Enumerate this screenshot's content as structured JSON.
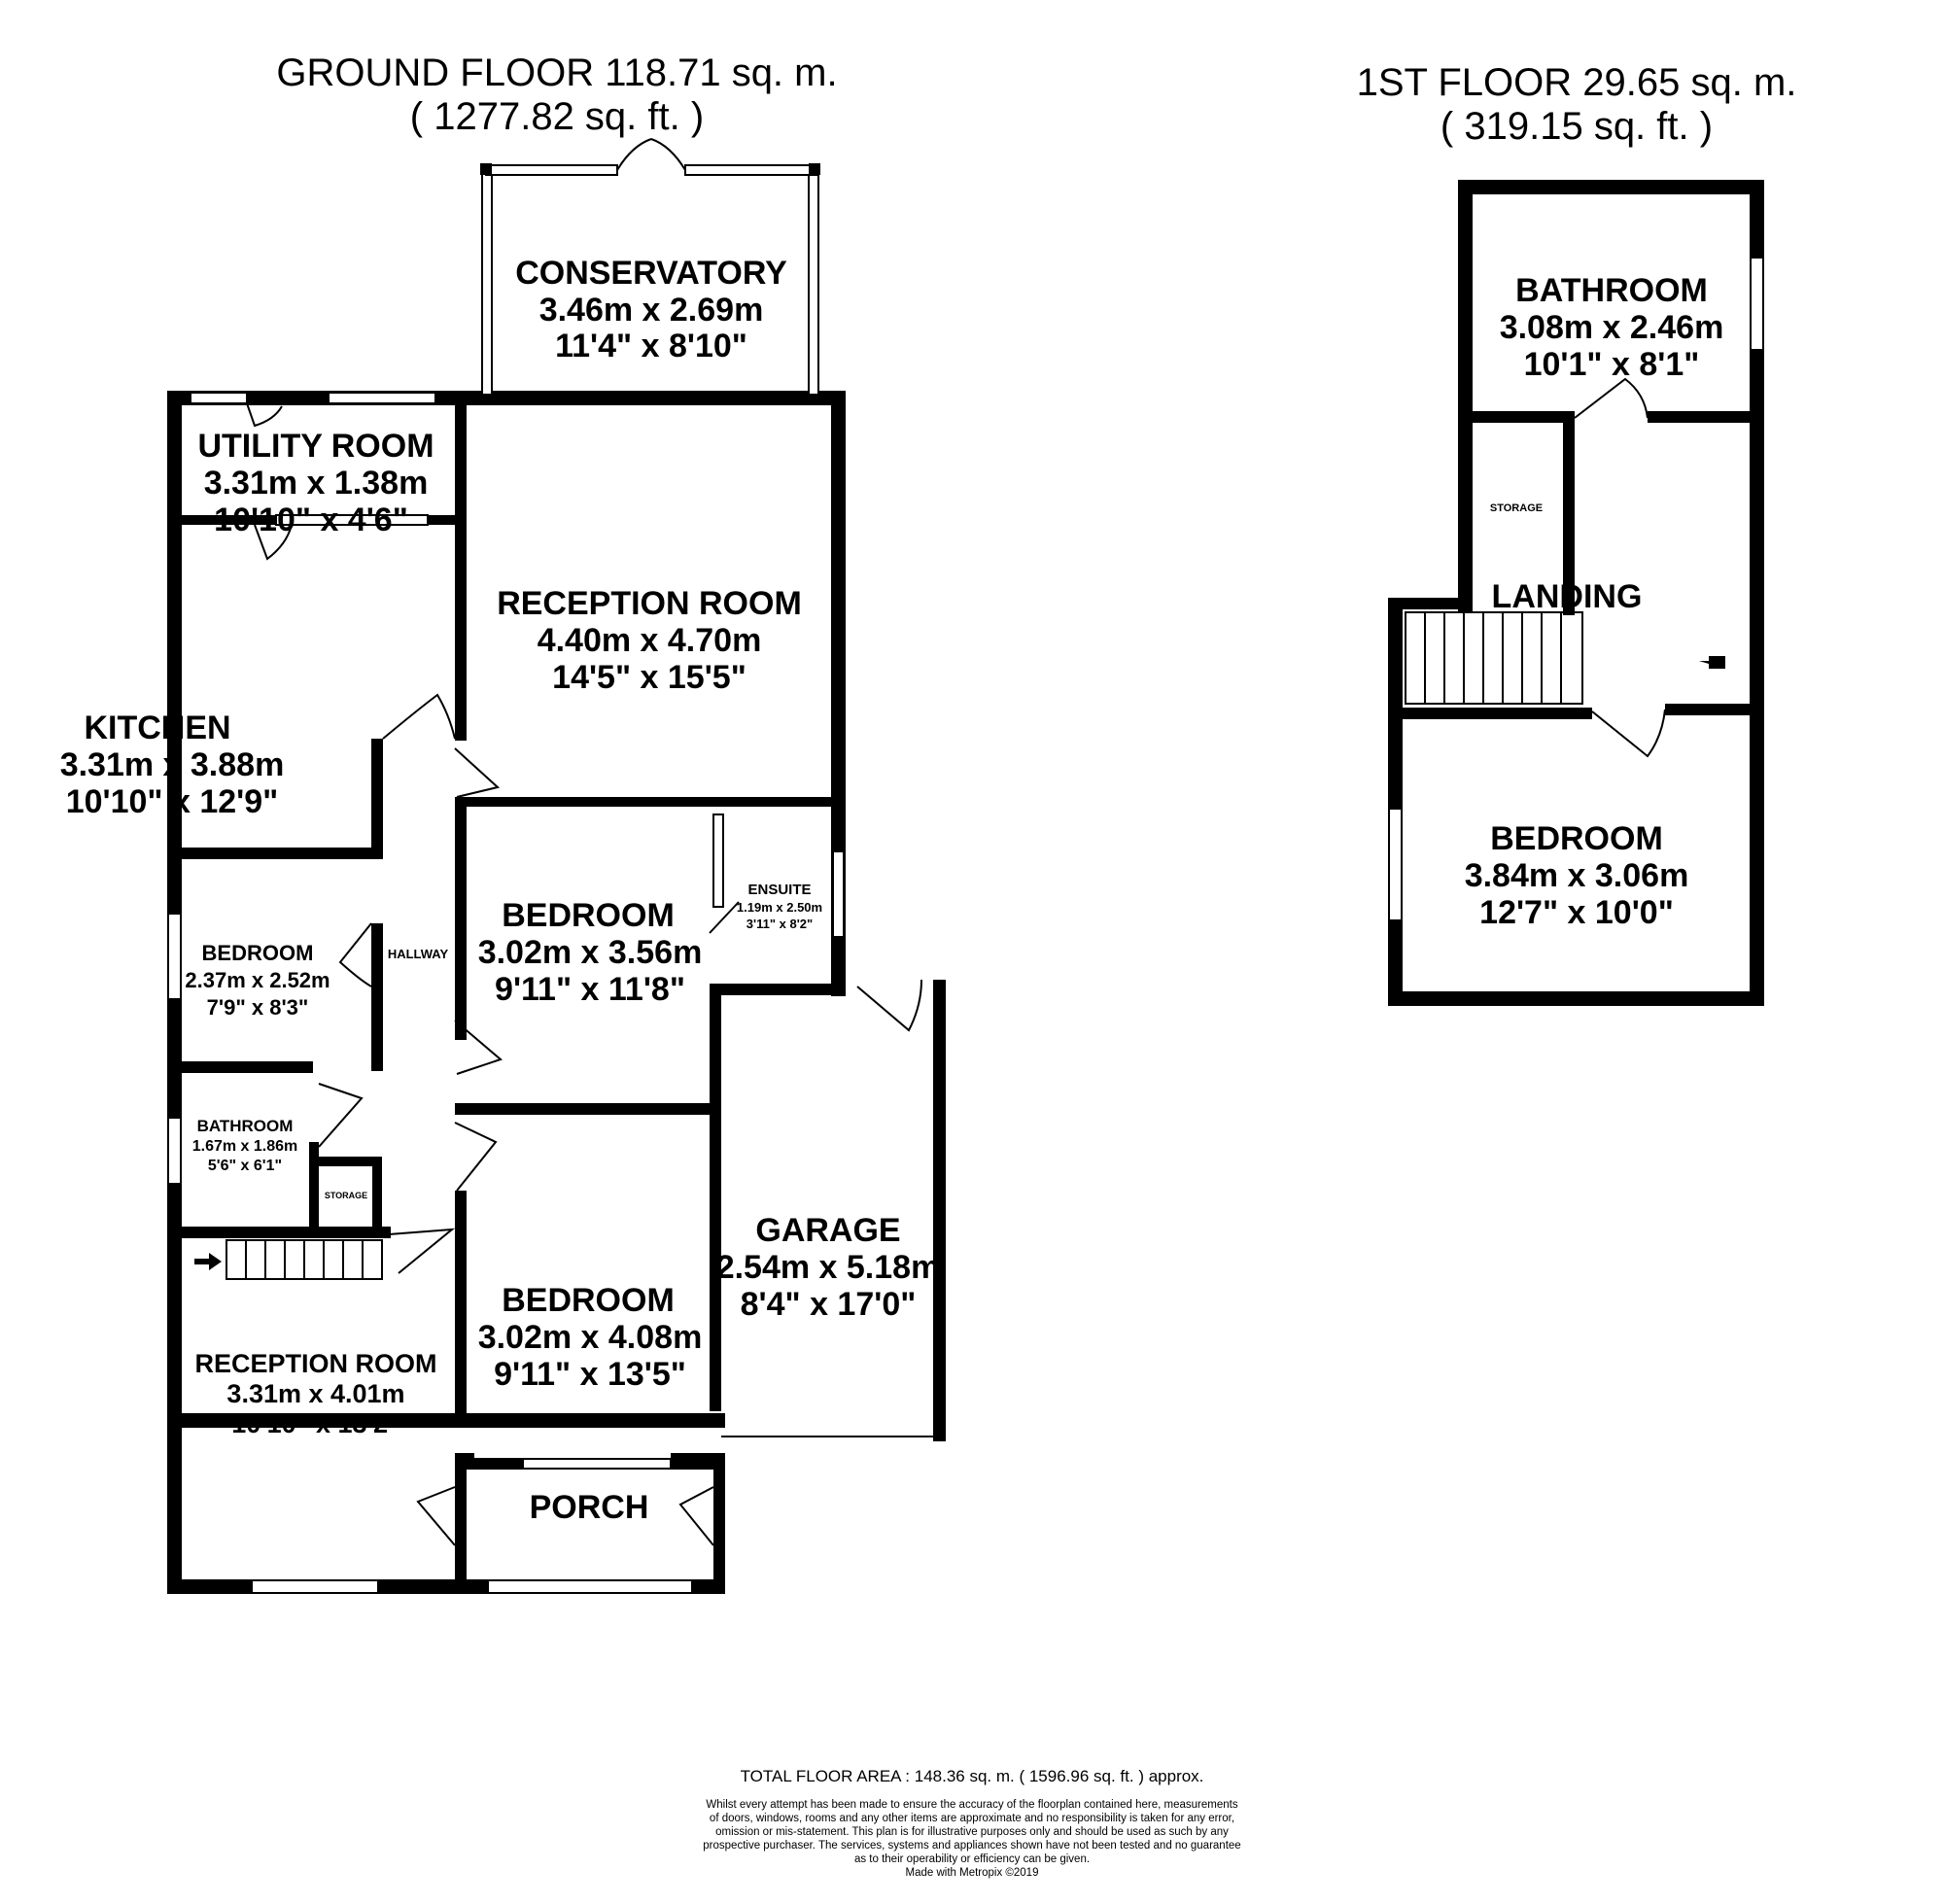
{
  "ground_floor": {
    "title": "GROUND FLOOR 118.71 sq. m.",
    "subtitle": "( 1277.82 sq. ft. )",
    "rooms": {
      "conservatory": {
        "name": "CONSERVATORY",
        "metric": "3.46m x 2.69m",
        "imperial": "11'4\" x 8'10\""
      },
      "utility_room": {
        "name": "UTILITY ROOM",
        "metric": "3.31m x 1.38m",
        "imperial": "10'10\" x 4'6\""
      },
      "reception_room_rear": {
        "name": "RECEPTION ROOM",
        "metric": "4.40m x 4.70m",
        "imperial": "14'5\" x 15'5\""
      },
      "kitchen": {
        "name": "KITCHEN",
        "metric": "3.31m x 3.88m",
        "imperial": "10'10\" x 12'9\""
      },
      "bedroom_small": {
        "name": "BEDROOM",
        "metric": "2.37m x 2.52m",
        "imperial": "7'9\" x 8'3\""
      },
      "hallway": {
        "name": "HALLWAY"
      },
      "bedroom_ensuite": {
        "name": "BEDROOM",
        "metric": "3.02m x 3.56m",
        "imperial": "9'11\" x 11'8\""
      },
      "ensuite": {
        "name": "ENSUITE",
        "metric": "1.19m x 2.50m",
        "imperial": "3'11\" x 8'2\""
      },
      "bathroom": {
        "name": "BATHROOM",
        "metric": "1.67m x 1.86m",
        "imperial": "5'6\" x 6'1\""
      },
      "storage": {
        "name": "STORAGE"
      },
      "garage": {
        "name": "GARAGE",
        "metric": "2.54m x 5.18m",
        "imperial": "8'4\" x 17'0\""
      },
      "bedroom_front": {
        "name": "BEDROOM",
        "metric": "3.02m x 4.08m",
        "imperial": "9'11\" x 13'5\""
      },
      "reception_room_front": {
        "name": "RECEPTION ROOM",
        "metric": "3.31m x 4.01m",
        "imperial": "10'10\" x 13'2\""
      },
      "porch": {
        "name": "PORCH"
      }
    }
  },
  "first_floor": {
    "title": "1ST FLOOR 29.65 sq. m.",
    "subtitle": "( 319.15 sq. ft. )",
    "rooms": {
      "bathroom": {
        "name": "BATHROOM",
        "metric": "3.08m x 2.46m",
        "imperial": "10'1\" x 8'1\""
      },
      "storage": {
        "name": "STORAGE"
      },
      "landing": {
        "name": "LANDING"
      },
      "bedroom": {
        "name": "BEDROOM",
        "metric": "3.84m x 3.06m",
        "imperial": "12'7\" x 10'0\""
      }
    }
  },
  "footer": {
    "total": "TOTAL FLOOR AREA : 148.36 sq. m. ( 1596.96 sq. ft. ) approx.",
    "disclaimer": [
      "Whilst every attempt has been made to ensure the accuracy of the floorplan contained here, measurements",
      "of doors, windows, rooms and any other items are approximate and no responsibility is taken for any error,",
      "omission or mis-statement. This plan is for illustrative purposes only and should be used as such by any",
      "prospective purchaser. The services, systems and appliances shown have not been tested and no guarantee",
      "as to their operability or efficiency can be given.",
      "Made with Metropix ©2019"
    ]
  }
}
